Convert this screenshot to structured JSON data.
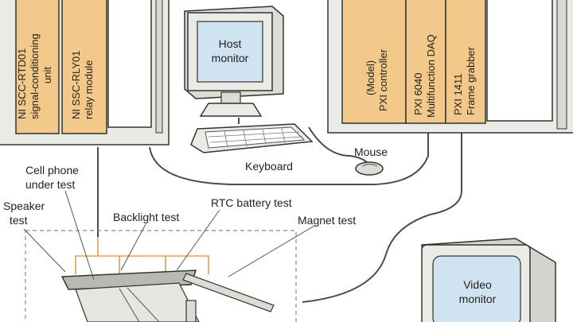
{
  "left_chassis": {
    "modules": [
      {
        "line1": "NI SCC-RTD01",
        "line2": "signal-conditioning",
        "line3": "unit"
      },
      {
        "line1": "NI SSC-RLY01",
        "line2": "relay module",
        "line3": ""
      }
    ]
  },
  "right_chassis": {
    "modules": [
      {
        "line1": "(Model)",
        "line2": "PXI controller"
      },
      {
        "line1": "PXI 6040",
        "line2": "Multifunction DAQ"
      },
      {
        "line1": "PXI 1411",
        "line2": "Frame grabber"
      }
    ]
  },
  "host_monitor": {
    "line1": "Host",
    "line2": "monitor"
  },
  "video_monitor": {
    "line1": "Video",
    "line2": "monitor"
  },
  "labels": {
    "keyboard": "Keyboard",
    "mouse": "Mouse",
    "cell_phone_line1": "Cell phone",
    "cell_phone_line2": "under test",
    "speaker_line1": "Speaker",
    "speaker_line2": "test",
    "backlight": "Backlight test",
    "rtc_battery": "RTC battery test",
    "magnet": "Magnet test"
  },
  "colors": {
    "module_fill": "#f2c98a",
    "chassis_fill": "#ebebe6",
    "screen_fill": "#cfe3f1",
    "outline": "#333333",
    "cable": "#4a4a52",
    "fixture_wire": "#e0a050"
  }
}
